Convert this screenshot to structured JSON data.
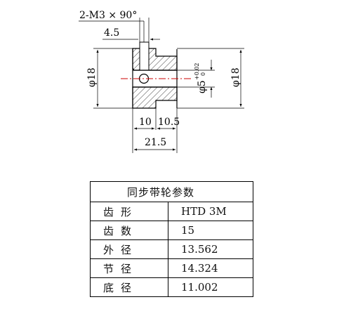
{
  "drawing": {
    "chamfer_label": "2-M3 × 90°",
    "dim_4_5": "4.5",
    "dim_phi18_left": "φ18",
    "dim_phi18_right": "φ18",
    "dim_phi5": "φ5",
    "dim_phi5_tol_upper": "+0.02",
    "dim_phi5_tol_lower": "0",
    "dim_10": "10",
    "dim_10_5": "10.5",
    "dim_21_5": "21.5"
  },
  "table": {
    "title": "同步带轮参数",
    "rows": [
      {
        "key": "齿形",
        "value": "HTD 3M"
      },
      {
        "key": "齿数",
        "value": "15"
      },
      {
        "key": "外径",
        "value": "13.562"
      },
      {
        "key": "节径",
        "value": "14.324"
      },
      {
        "key": "底径",
        "value": "11.002"
      }
    ]
  },
  "colors": {
    "line": "#000000",
    "centerline": "#cc0000"
  }
}
